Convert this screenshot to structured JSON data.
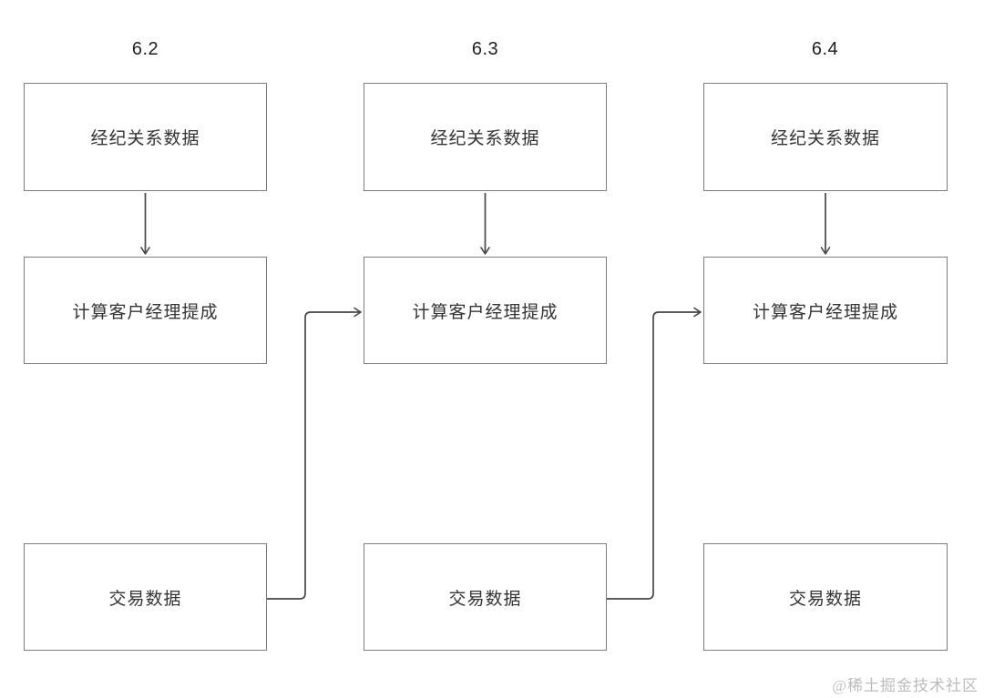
{
  "diagram": {
    "columns": [
      {
        "label": "6.2",
        "top_box": "经纪关系数据",
        "middle_box": "计算客户经理提成",
        "bottom_box": "交易数据"
      },
      {
        "label": "6.3",
        "top_box": "经纪关系数据",
        "middle_box": "计算客户经理提成",
        "bottom_box": "交易数据"
      },
      {
        "label": "6.4",
        "top_box": "经纪关系数据",
        "middle_box": "计算客户经理提成",
        "bottom_box": "交易数据"
      }
    ],
    "flow": [
      "top_box -> middle_box (each column, vertical arrow)",
      "column1.bottom_box -> column2.middle_box (elbow arrow)",
      "column2.bottom_box -> column3.middle_box (elbow arrow)"
    ],
    "colors": {
      "box_border": "#7d7d7d",
      "connector": "#464646",
      "text": "#333333",
      "watermark": "#bcbcbc",
      "background": "#ffffff"
    }
  },
  "watermark": {
    "text": "@稀土掘金技术社区"
  }
}
